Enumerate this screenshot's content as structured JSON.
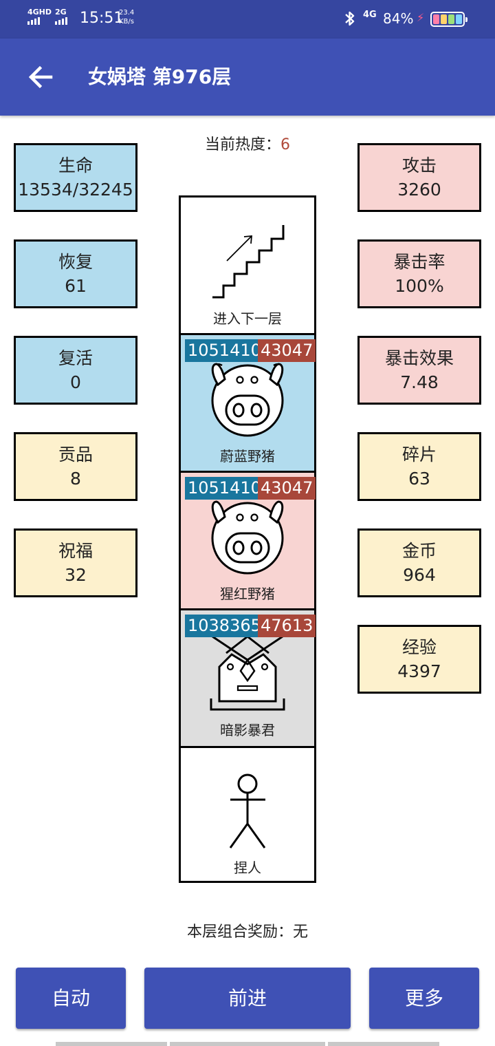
{
  "status_bar": {
    "net1": "4GHD",
    "net2": "2G",
    "time": "15:51",
    "speed_value": "23.4",
    "speed_unit": "KB/s",
    "signal_type": "4G",
    "battery_percent": "84%"
  },
  "appbar": {
    "title": "女娲塔 第976层"
  },
  "heat": {
    "label": "当前热度：",
    "value": "6"
  },
  "left_stats": [
    {
      "label": "生命",
      "value": "13534/32245"
    },
    {
      "label": "恢复",
      "value": "61"
    },
    {
      "label": "复活",
      "value": "0"
    },
    {
      "label": "贡品",
      "value": "8"
    },
    {
      "label": "祝福",
      "value": "32"
    }
  ],
  "right_stats": [
    {
      "label": "攻击",
      "value": "3260"
    },
    {
      "label": "暴击率",
      "value": "100%"
    },
    {
      "label": "暴击效果",
      "value": "7.48"
    },
    {
      "label": "碎片",
      "value": "63"
    },
    {
      "label": "金币",
      "value": "964"
    },
    {
      "label": "经验",
      "value": "4397"
    }
  ],
  "tower": {
    "stairs_label": "进入下一层",
    "monsters": [
      {
        "name": "蔚蓝野猪",
        "hp": "1051410",
        "atk": "43047",
        "bg": "#b2dcee",
        "icon": "pig-icon"
      },
      {
        "name": "猩红野猪",
        "hp": "1051410",
        "atk": "43047",
        "bg": "#f8d4d2",
        "icon": "pig-icon"
      },
      {
        "name": "暗影暴君",
        "hp": "1038365",
        "atk": "47613",
        "bg": "#dedede",
        "icon": "tyrant-icon"
      }
    ],
    "player_label": "捏人"
  },
  "bonus": {
    "label": "本层组合奖励：",
    "value": "无"
  },
  "buttons": {
    "auto": "自动",
    "forward": "前进",
    "more": "更多"
  },
  "colors": {
    "primary": "#3f51b5",
    "status_bar": "#3646a0",
    "hp_badge": "#19769e",
    "atk_badge": "#a8473a",
    "heat_value": "#b04a3a"
  }
}
